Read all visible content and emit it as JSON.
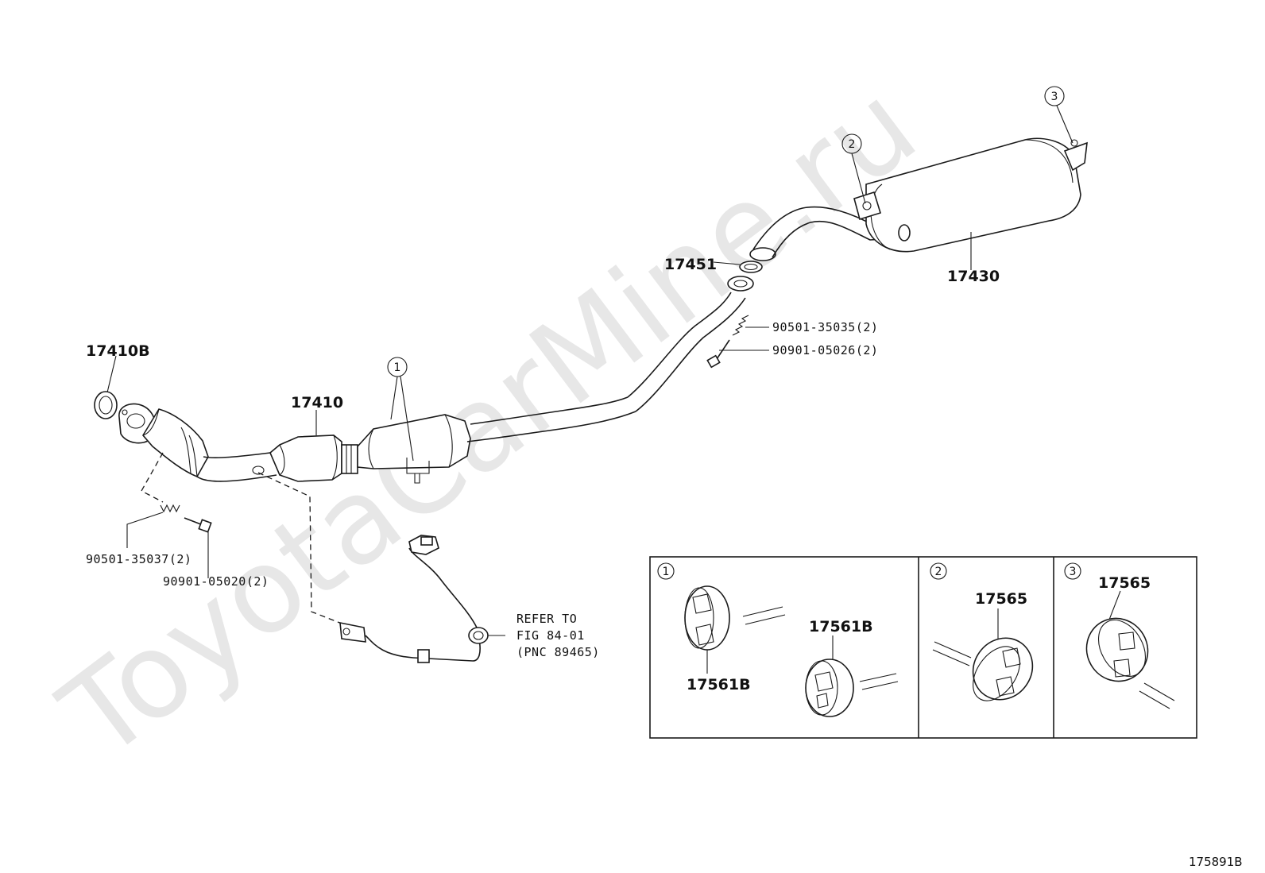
{
  "watermark": "ToyotaCarMine.ru",
  "figure_id": "175891B",
  "labels": {
    "p17410b": "17410B",
    "p17410": "17410",
    "p17451": "17451",
    "p17430": "17430",
    "bolt_90501_35035": "90501-35035(2)",
    "bolt_90901_05026": "90901-05026(2)",
    "bolt_90501_35037": "90501-35037(2)",
    "bolt_90901_05020": "90901-05020(2)",
    "refer_line1": "REFER TO",
    "refer_line2": "FIG 84-01",
    "refer_line3": "(PNC 89465)"
  },
  "callouts": {
    "c1": "1",
    "c2": "2",
    "c3": "3"
  },
  "detail_panels": {
    "panel1": {
      "num": "1",
      "labels": [
        "17561B",
        "17561B"
      ]
    },
    "panel2": {
      "num": "2",
      "labels": [
        "17565"
      ]
    },
    "panel3": {
      "num": "3",
      "labels": [
        "17565"
      ]
    }
  }
}
